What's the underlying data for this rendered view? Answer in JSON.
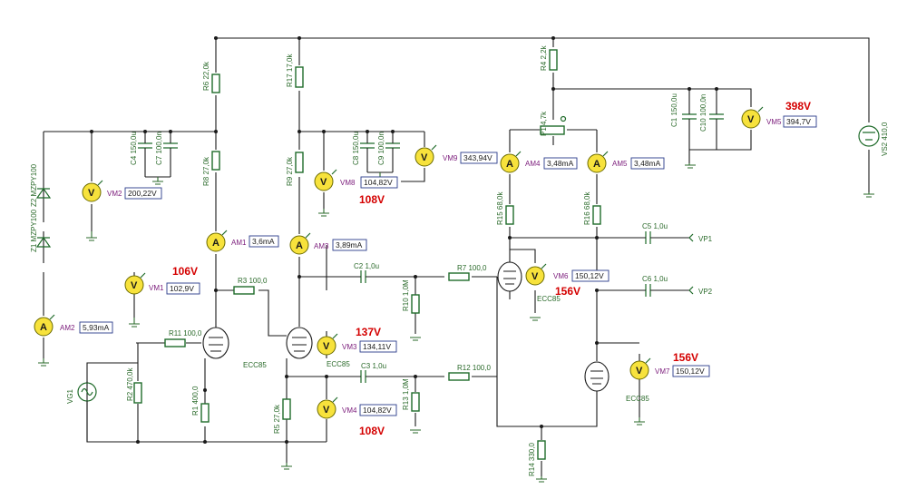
{
  "components": {
    "r6": "R6 22,0k",
    "r17": "R17 17,0k",
    "r4": "R4 2,2k",
    "r8": "R8 27,0k",
    "r9": "R9 27,0k",
    "r3": "R3 100,0",
    "r11": "R11 100,0",
    "r2": "R2 470,0k",
    "r1": "R1 400,0",
    "r5": "R5 27,0k",
    "r10": "R10 1,0M",
    "r13": "R13 1,0M",
    "r7": "R7 100,0",
    "r12": "R12 100,0",
    "r14": "R14 330,0",
    "r15": "R15 68,0k",
    "r16": "R16 68,0k",
    "p1": "P1 4,7k",
    "c4": "C4 150,0u",
    "c7": "C7 100,0n",
    "c8": "C8 150,0u",
    "c9": "C9 100,0n",
    "c1": "C1 150,0u",
    "c10": "C10 100,0n",
    "c2": "C2 1,0u",
    "c3": "C3 1,0u",
    "c5": "C5 1,0u",
    "c6": "C6 1,0u",
    "z1": "Z1 MZPY100",
    "z2": "Z2 MZPY100",
    "vs2": "VS2 410,0",
    "vg1": "VG1",
    "tube_a": "ECC85",
    "tube_b": "ECC85",
    "tube_c": "ECC85",
    "tube_d": "ECC85",
    "vp1": "VP1",
    "vp2": "VP2"
  },
  "meters": {
    "am1": {
      "name": "AM1",
      "value": "3,6mA"
    },
    "am2": {
      "name": "AM2",
      "value": "5,93mA"
    },
    "am3": {
      "name": "AM3",
      "value": "3,89mA"
    },
    "am4": {
      "name": "AM4",
      "value": "3,48mA"
    },
    "am5": {
      "name": "AM5",
      "value": "3,48mA"
    },
    "vm1": {
      "name": "VM1",
      "value": "102,9V"
    },
    "vm2": {
      "name": "VM2",
      "value": "200,22V"
    },
    "vm3": {
      "name": "VM3",
      "value": "134,11V"
    },
    "vm4": {
      "name": "VM4",
      "value": "104,82V"
    },
    "vm5": {
      "name": "VM5",
      "value": "394,7V"
    },
    "vm6": {
      "name": "VM6",
      "value": "150,12V"
    },
    "vm7": {
      "name": "VM7",
      "value": "150,12V"
    },
    "vm8": {
      "name": "VM8",
      "value": "104,82V"
    },
    "vm9": {
      "name": "VM9",
      "value": "343,94V"
    }
  },
  "meter_letters": {
    "ammeter": "A",
    "voltmeter": "V"
  },
  "annotations": {
    "a398": "398V",
    "a108_top": "108V",
    "a106": "106V",
    "a137": "137V",
    "a108_bot": "108V",
    "a156_mid": "156V",
    "a156_right": "156V"
  },
  "colors": {
    "wire": "#1a1a1a",
    "component": "#1f6b2a",
    "label": "#2a6a2a",
    "meter_fill": "#f7e23c",
    "meter_value_border": "#2a3a8a",
    "annotation": "#d40000"
  }
}
